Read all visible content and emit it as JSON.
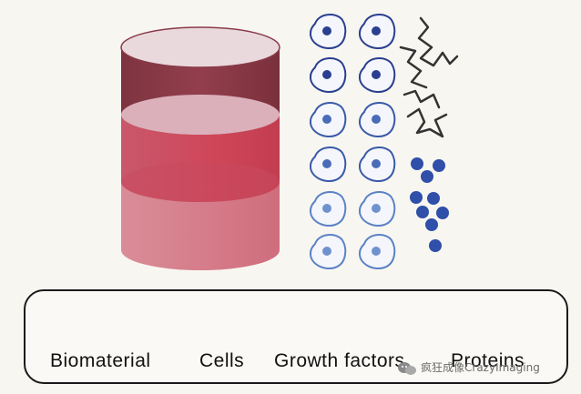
{
  "legend": {
    "biomaterial": "Biomaterial",
    "cells": "Cells",
    "growth_factors": "Growth factors",
    "proteins": "Proteins"
  },
  "watermark": {
    "text": "疯狂成像CrazyImaging",
    "icon": "chat-bubble-icon"
  },
  "colors": {
    "cylinder_dark": "#8a3a48",
    "cylinder_mid": "#c64a5c",
    "cylinder_light": "#d98a96",
    "cylinder_top": "#e8d8dc",
    "cell_dark": "#2a3f8f",
    "cell_light": "#5b82c4",
    "growth_factor": "#2f4fa8",
    "protein": "#333333",
    "border": "#1a1a1a"
  }
}
